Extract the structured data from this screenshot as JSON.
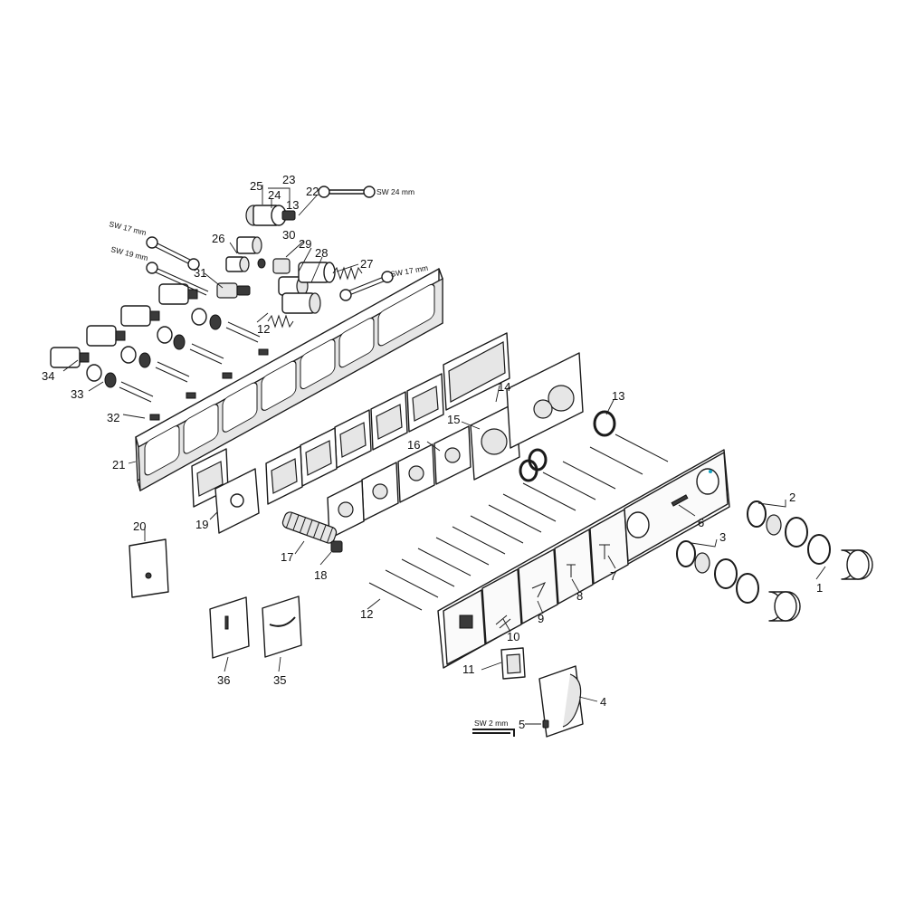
{
  "callouts": {
    "c1": "1",
    "c2": "2",
    "c3": "3",
    "c4": "4",
    "c5": "5",
    "c6": "6",
    "c7": "7",
    "c8": "8",
    "c9": "9",
    "c10": "10",
    "c11": "11",
    "c12a": "12",
    "c12b": "12",
    "c13a": "13",
    "c13b": "13",
    "c14": "14",
    "c15": "15",
    "c16": "16",
    "c17": "17",
    "c18": "18",
    "c19": "19",
    "c20": "20",
    "c21": "21",
    "c22": "22",
    "c23": "23",
    "c24": "24",
    "c25": "25",
    "c26": "26",
    "c27": "27",
    "c28": "28",
    "c29": "29",
    "c30": "30",
    "c31": "31",
    "c32": "32",
    "c33": "33",
    "c34": "34",
    "c35": "35",
    "c36": "36"
  },
  "tools": {
    "sw24": "SW 24 mm",
    "sw17a": "SW 17 mm",
    "sw19": "SW 19 mm",
    "sw17b": "SW 17 mm",
    "sw2": "SW 2 mm"
  }
}
